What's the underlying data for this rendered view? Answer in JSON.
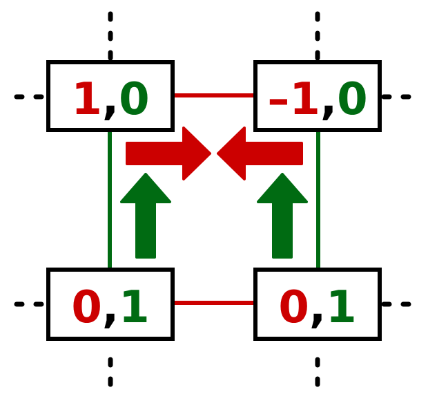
{
  "colors": {
    "player_one": "#cc0000",
    "player_two": "#006b12",
    "frame": "#000000",
    "background": "#ffffff"
  },
  "cells": [
    {
      "id": "top-left",
      "p1": "1",
      "sep": ",",
      "p2": "0"
    },
    {
      "id": "top-right",
      "p1": "–1",
      "sep": ",",
      "p2": "0"
    },
    {
      "id": "bottom-left",
      "p1": "0",
      "sep": ",",
      "p2": "1"
    },
    {
      "id": "bottom-right",
      "p1": "0",
      "sep": ",",
      "p2": "1"
    }
  ],
  "arrows": {
    "top_row": {
      "left_arrow": "right",
      "right_arrow": "left",
      "color": "player_one"
    },
    "columns": {
      "left_arrow": "up",
      "right_arrow": "up",
      "color": "player_two"
    }
  },
  "icons": {
    "right_arrow": "arrow-right-icon",
    "left_arrow": "arrow-left-icon",
    "up_arrow": "arrow-up-icon"
  }
}
